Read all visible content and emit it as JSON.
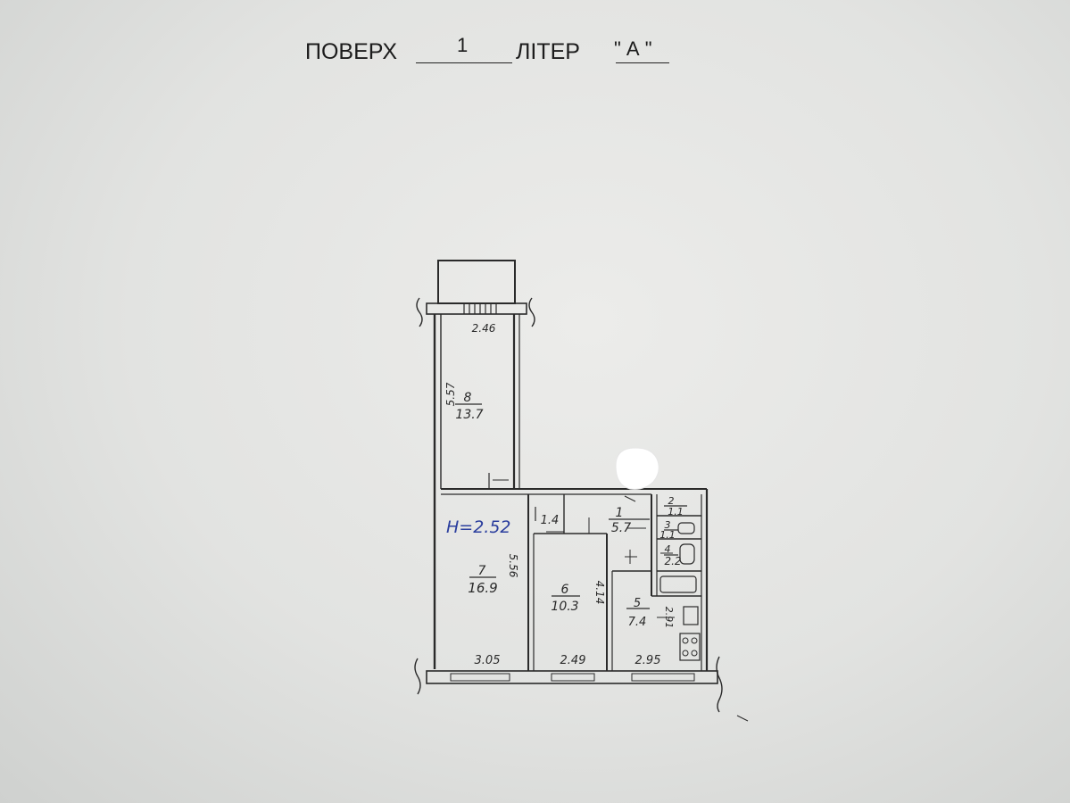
{
  "header": {
    "floor_label": "ПОВЕРХ",
    "floor_value": "1",
    "letter_label": "ЛІТЕР",
    "letter_value": "\" А \""
  },
  "plan": {
    "height_note": "H=2.52",
    "rooms": [
      {
        "number": "8",
        "area": "13.7"
      },
      {
        "number": "7",
        "area": "16.9"
      },
      {
        "number": "6",
        "area": "10.3"
      },
      {
        "number": "1",
        "area": "5.7"
      },
      {
        "number": "5",
        "area": "7.4"
      },
      {
        "number": "2",
        "area": "1.1"
      },
      {
        "number": "3",
        "area": "1.1"
      },
      {
        "number": "4",
        "area": "2.2"
      }
    ],
    "extra_area": "1.4",
    "dimensions": {
      "room8_width": "2.46",
      "room8_length": "5.57",
      "room7_length": "5.56",
      "room6_length": "4.14",
      "room5_length": "2.91",
      "room7_width": "3.05",
      "room6_width": "2.49",
      "room5_width": "2.95"
    }
  }
}
